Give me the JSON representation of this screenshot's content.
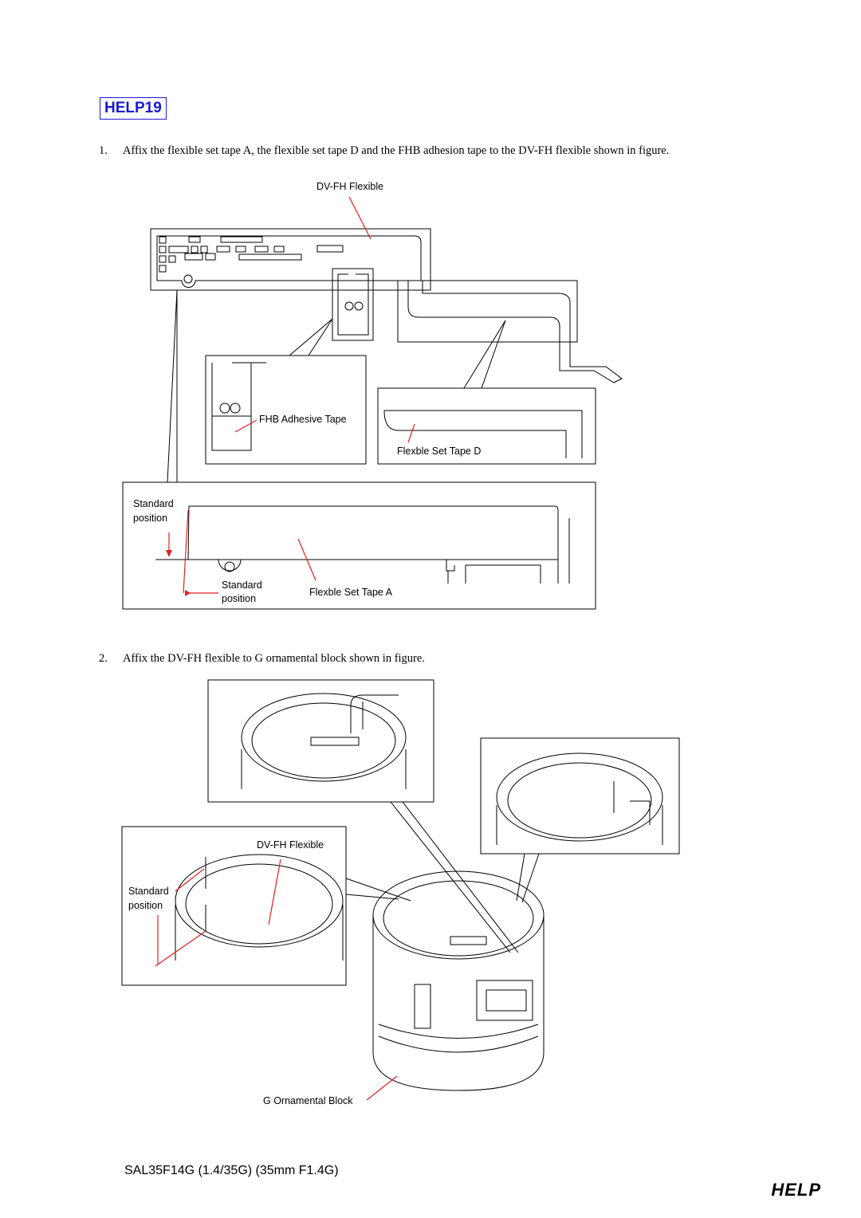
{
  "badge": {
    "label": "HELP19",
    "color": "#1a1ad0"
  },
  "steps": [
    {
      "number": "1.",
      "text": "Affix the flexible set tape A, the flexible set tape D and the FHB adhesion tape to the DV-FH flexible shown in figure."
    },
    {
      "number": "2.",
      "text": "Affix the DV-FH flexible to G ornamental block shown in figure."
    }
  ],
  "figure1": {
    "dvfh_label": "DV-FH Flexible",
    "fhb_label": "FHB Adhesive Tape",
    "tape_d_label": "Flexble Set Tape D",
    "standard_top_line1": "Standard",
    "standard_top_line2": "position",
    "standard_bottom_line1": "Standard",
    "standard_bottom_line2": "position",
    "tape_a_label": "Flexble Set Tape A"
  },
  "figure2": {
    "dvfh_label": "DV-FH Flexible",
    "standard_line1": "Standard",
    "standard_line2": "position",
    "block_label": "G Ornamental Block"
  },
  "footer": {
    "model": "SAL35F14G (1.4/35G) (35mm F1.4G)",
    "help": "HELP"
  },
  "colors": {
    "leader": "#e0201e",
    "outline": "#000000"
  }
}
